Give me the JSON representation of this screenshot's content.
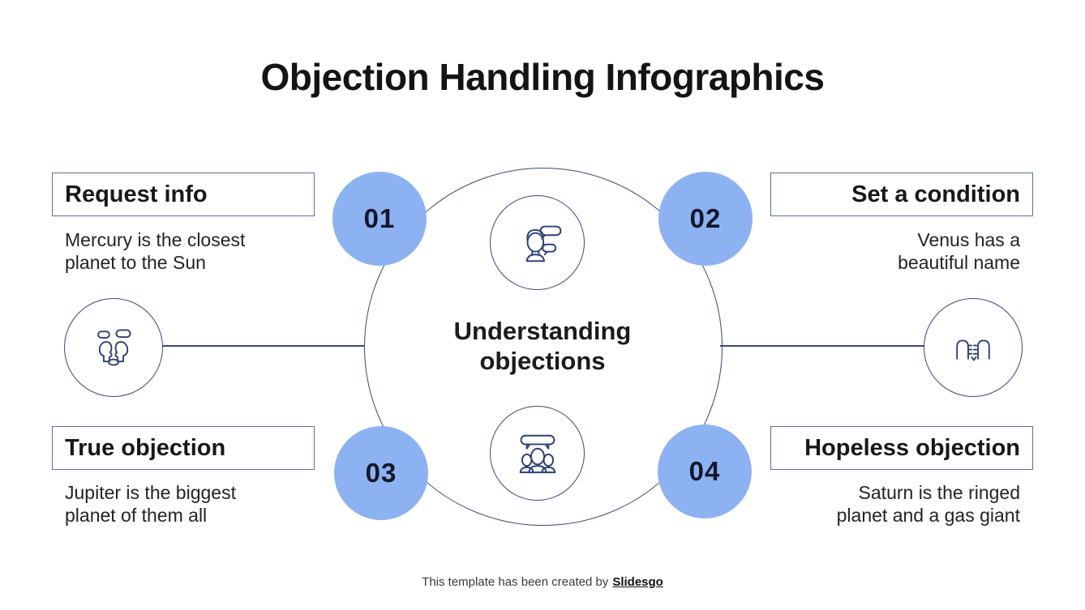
{
  "slide": {
    "title": "Objection Handling Infographics",
    "center_title": "Understanding\nobjections",
    "steps": [
      {
        "number": "01",
        "heading": "Request info",
        "description": "Mercury is the closest\nplanet to the Sun"
      },
      {
        "number": "02",
        "heading": "Set a condition",
        "description": "Venus has a\nbeautiful name"
      },
      {
        "number": "03",
        "heading": "True objection",
        "description": "Jupiter is  the biggest\nplanet of them all"
      },
      {
        "number": "04",
        "heading": "Hopeless objection",
        "description": "Saturn is the ringed\nplanet and a gas giant"
      }
    ],
    "icons": {
      "center_top": "person-talking-icon",
      "center_bottom": "team-discussion-icon",
      "left": "two-people-conversation-icon",
      "right": "negotiation-icon"
    },
    "footer": {
      "text": "This template has been created by",
      "brand": "Slidesgo"
    },
    "colors": {
      "accent_blue": "#8DB2F2",
      "outline_navy": "#3A4975",
      "icon_navy": "#2E4076",
      "box_border": "#5C6F9E",
      "text_dark": "#1B1B1B"
    }
  }
}
